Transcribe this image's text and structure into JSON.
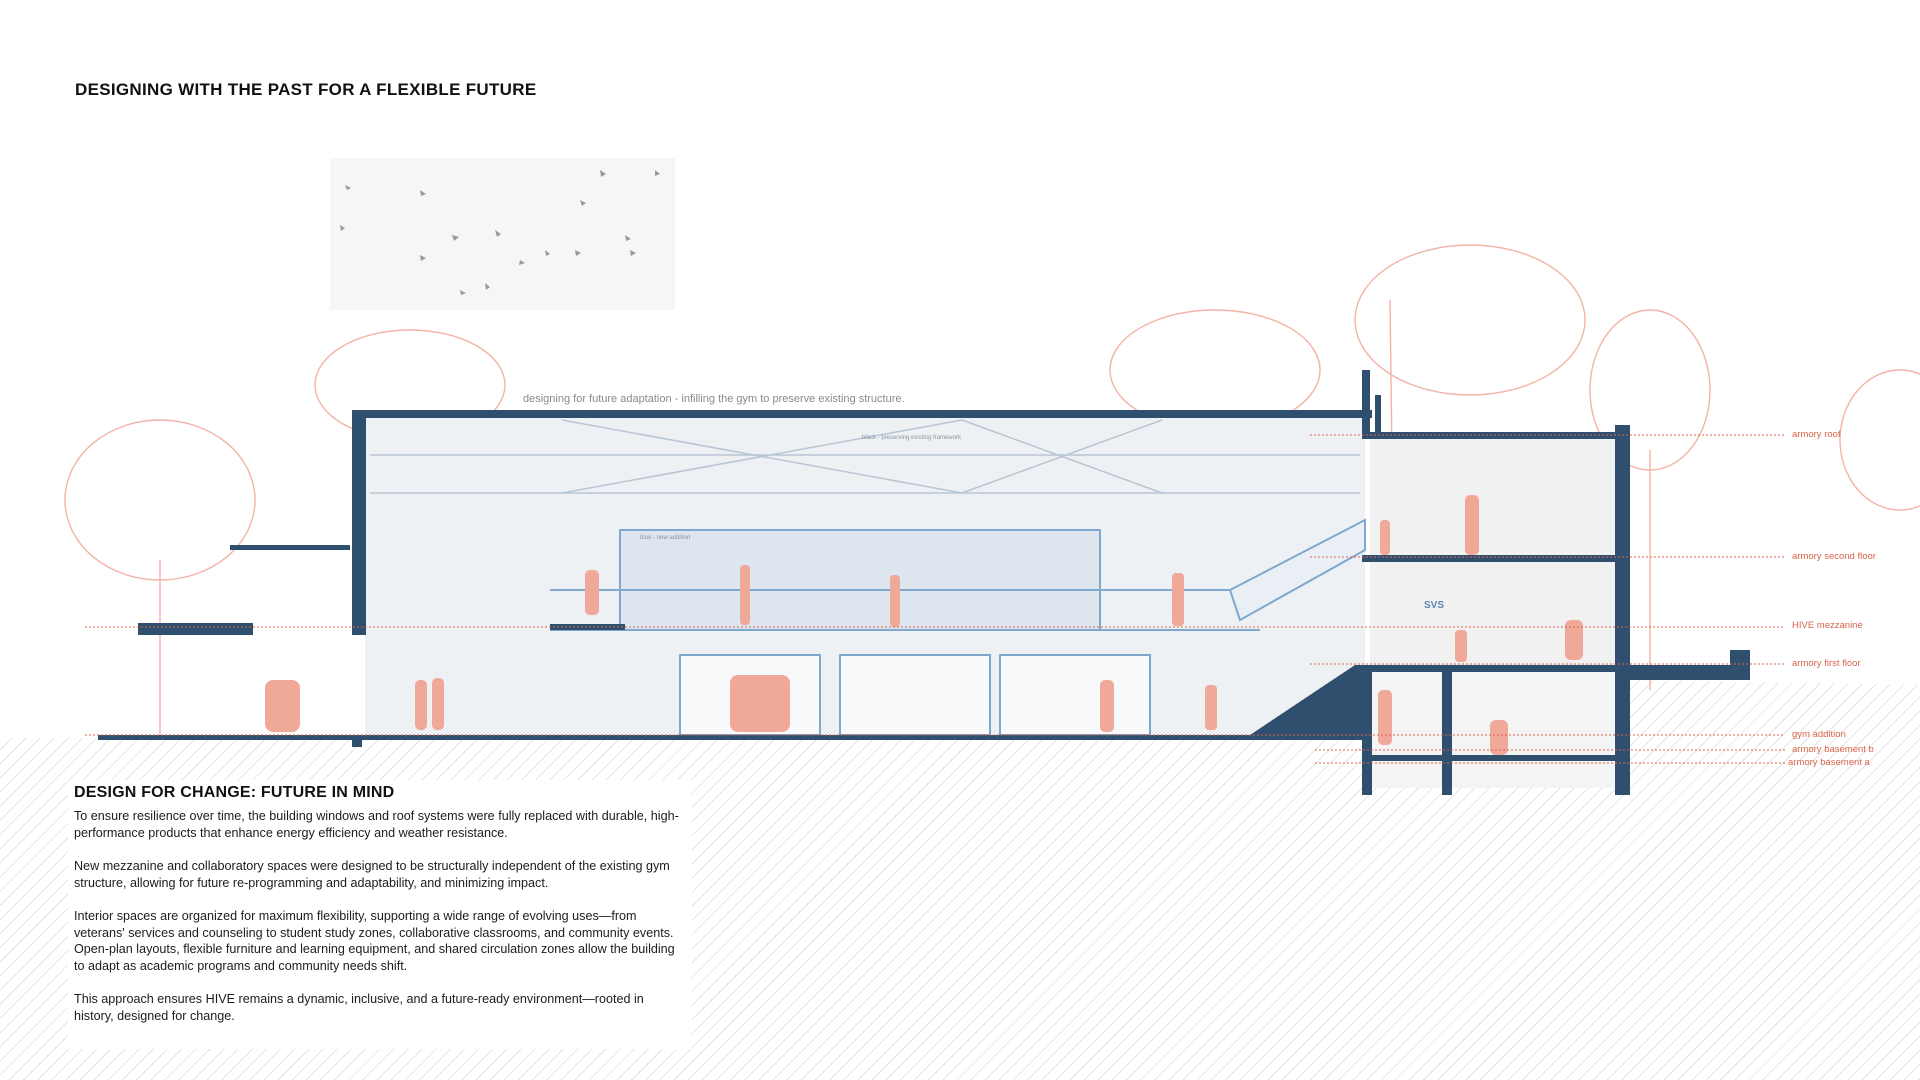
{
  "title": "DESIGNING WITH THE PAST FOR A FLEXIBLE FUTURE",
  "section_caption": "designing for future adaptation - infilling the gym to preserve existing structure.",
  "legend_notes": {
    "black": "black - preserving existing framework",
    "blue": "blue - new addition"
  },
  "signage": "SVS",
  "levels": [
    {
      "label": "armory roof"
    },
    {
      "label": "armory second floor"
    },
    {
      "label": "HIVE mezzanine"
    },
    {
      "label": "armory first floor"
    },
    {
      "label": "gym addition"
    },
    {
      "label": "armory basement b"
    },
    {
      "label": "armory basement a"
    }
  ],
  "text_block": {
    "heading": "DESIGN FOR CHANGE: FUTURE IN MIND",
    "paragraphs": [
      "To ensure resilience over time, the building windows and roof systems were fully replaced with durable, high-performance products that enhance energy efficiency and weather resistance.",
      "New mezzanine and collaboratory spaces were designed to be structurally independent of the existing gym structure, allowing for future re-programming and adaptability, and minimizing impact.",
      "Interior spaces are organized for maximum flexibility, supporting a wide range of evolving uses—from veterans' services and counseling to student study zones, collaborative classrooms, and community events. Open-plan layouts, flexible furniture and learning equipment, and shared circulation zones allow the building to adapt as academic programs and community needs shift.",
      "This approach ensures HIVE remains a dynamic, inclusive, and a future-ready environment—rooted in history, designed for change."
    ]
  },
  "colors": {
    "structure": "#2f4f6f",
    "new_addition": "#7fa8cf",
    "figures": "#f0a898",
    "level_lines": "#d8644a",
    "trees": "#f3b3a6"
  }
}
